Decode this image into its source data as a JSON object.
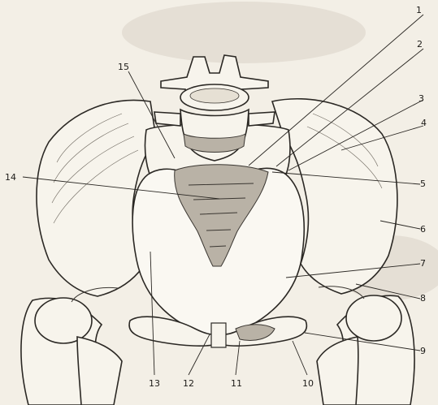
{
  "labels": [
    {
      "id": "1",
      "text": "1"
    },
    {
      "id": "2",
      "text": "2"
    },
    {
      "id": "3",
      "text": "3"
    },
    {
      "id": "4",
      "text": "4"
    },
    {
      "id": "5",
      "text": "5"
    },
    {
      "id": "6",
      "text": "6"
    },
    {
      "id": "7",
      "text": "7"
    },
    {
      "id": "8",
      "text": "8"
    },
    {
      "id": "9",
      "text": "9"
    },
    {
      "id": "10",
      "text": "10"
    },
    {
      "id": "11",
      "text": "11"
    },
    {
      "id": "12",
      "text": "12"
    },
    {
      "id": "13",
      "text": "13"
    },
    {
      "id": "14",
      "text": "14"
    },
    {
      "id": "15",
      "text": "15"
    }
  ],
  "colors": {
    "paper": "#f3efe6",
    "ink": "#2b2824",
    "shade": "#b9b2a6"
  }
}
